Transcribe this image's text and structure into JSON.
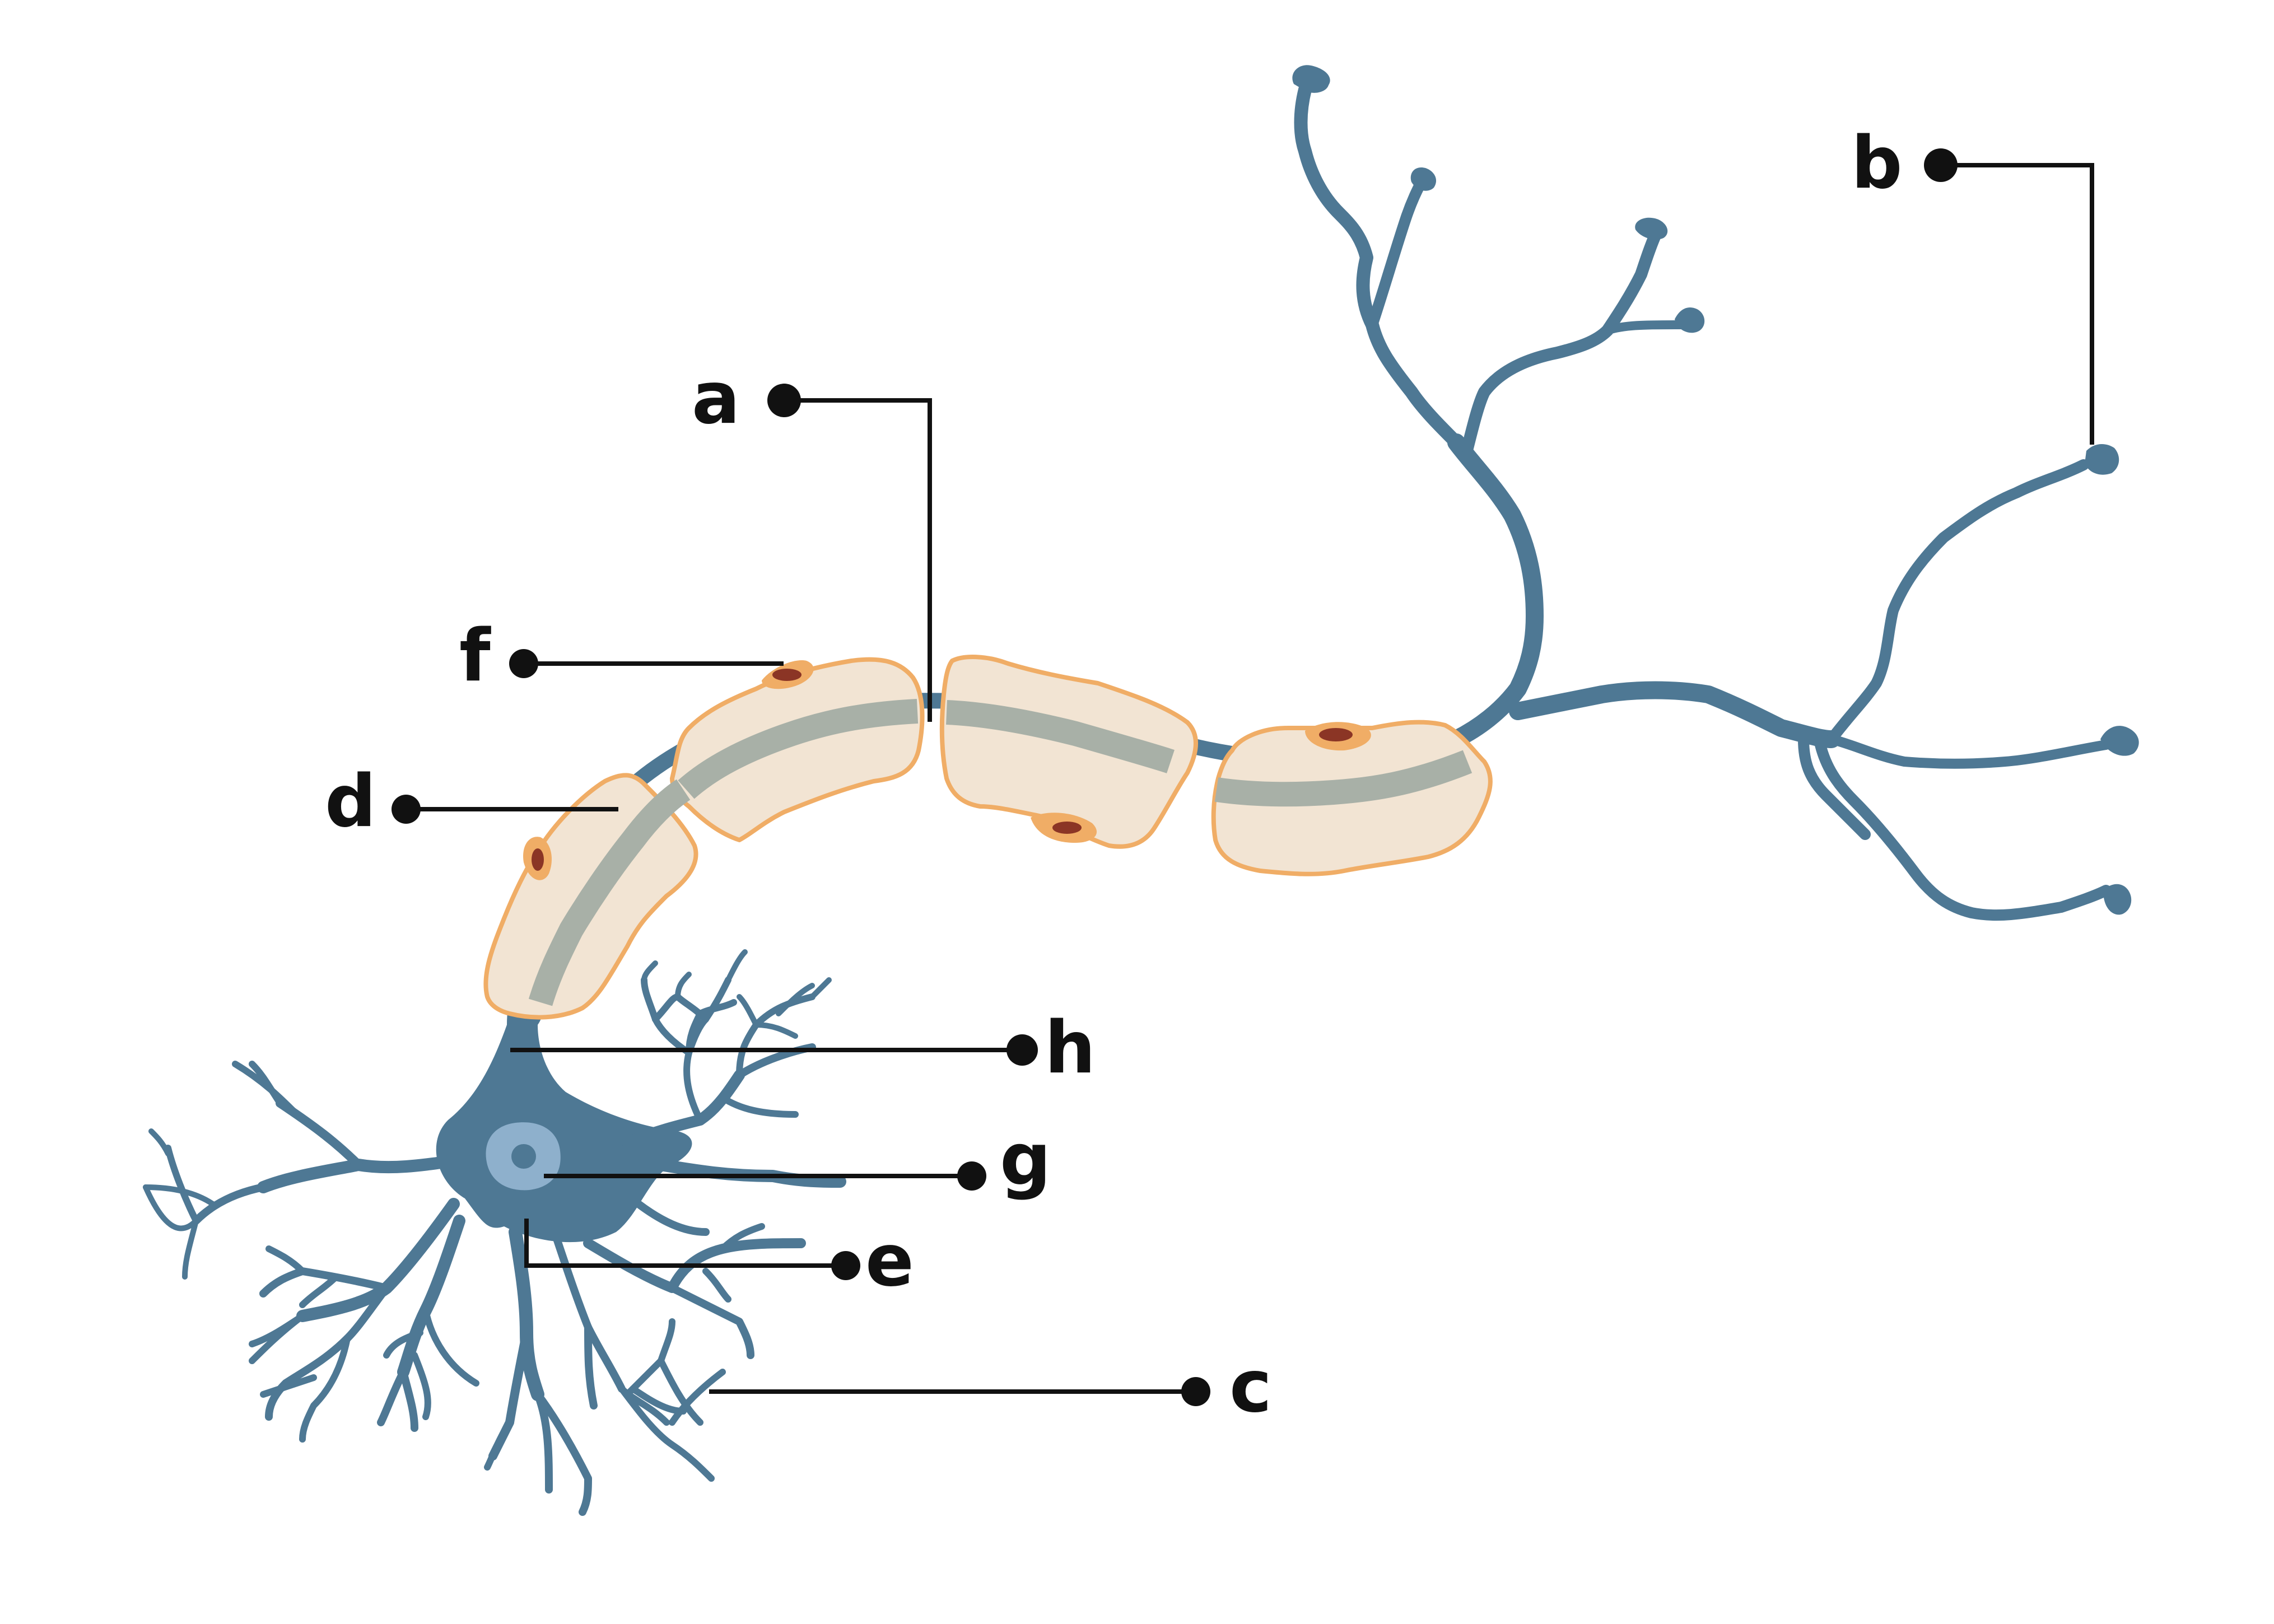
{
  "colors": {
    "neuron": "#4e7894",
    "myelin_fill": "#f2e4d3",
    "myelin_outline": "#f0ad66",
    "axon_core": "#a8b0a7",
    "schwann_nucleus_outer": "#f0ad66",
    "schwann_nucleus_inner": "#8b3525",
    "cell_nucleus_outer": "#8eb0cc",
    "cell_nucleus_inner": "#4e7894",
    "leader_line": "#111111"
  },
  "labels": {
    "a": "a",
    "b": "b",
    "c": "c",
    "d": "d",
    "e": "e",
    "f": "f",
    "g": "g",
    "h": "h"
  }
}
